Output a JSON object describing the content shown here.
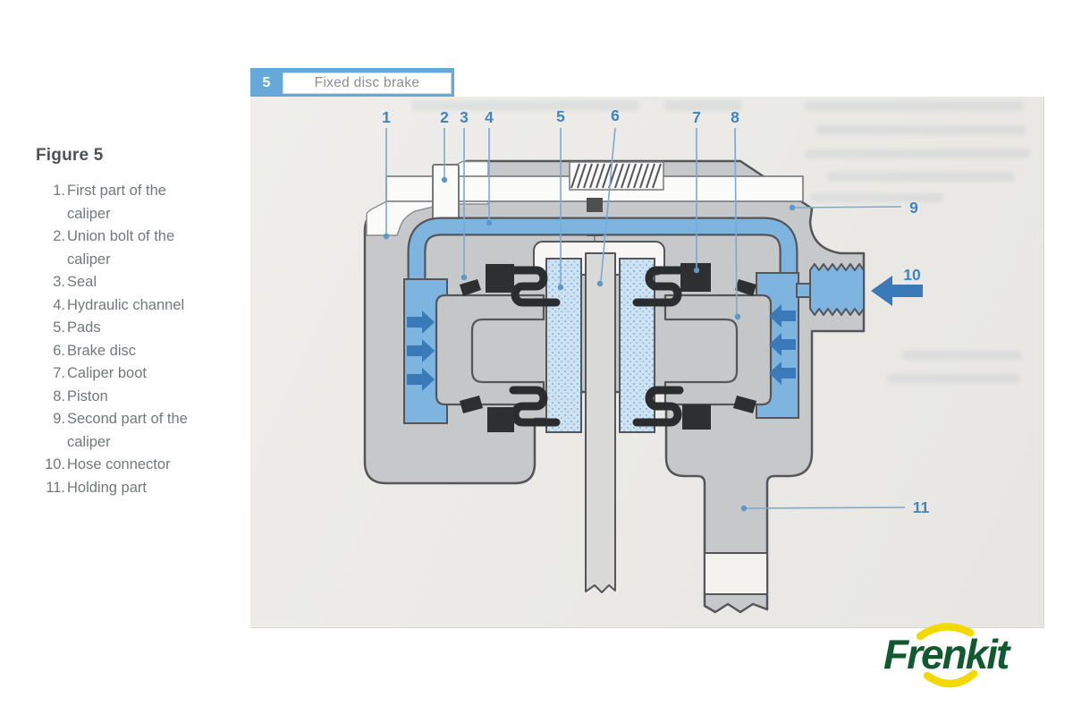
{
  "figure_panel": {
    "title": "Figure 5",
    "items": [
      {
        "num": "1.",
        "label": "First part of the caliper"
      },
      {
        "num": "2.",
        "label": "Union bolt of the caliper"
      },
      {
        "num": "3.",
        "label": "Seal"
      },
      {
        "num": "4.",
        "label": "Hydraulic channel"
      },
      {
        "num": "5.",
        "label": "Pads"
      },
      {
        "num": "6.",
        "label": "Brake disc"
      },
      {
        "num": "7.",
        "label": "Caliper boot"
      },
      {
        "num": "8.",
        "label": "Piston"
      },
      {
        "num": "9.",
        "label": "Second part of the caliper"
      },
      {
        "num": "10.",
        "label": "Hose connector"
      },
      {
        "num": "11.",
        "label": "Holding part"
      }
    ]
  },
  "diagram": {
    "badge_number": "5",
    "badge_title": "Fixed disc brake",
    "callouts": [
      "1",
      "2",
      "3",
      "4",
      "5",
      "6",
      "7",
      "8",
      "9",
      "10",
      "11"
    ]
  },
  "logo": {
    "text": "Frenkit"
  },
  "colors": {
    "badge_blue": "#66a9d8",
    "callout_blue": "#3f85c0",
    "fluid_blue": "#7eb5e0",
    "arrow_blue": "#3a7ab8",
    "caliper_gray": "#c7c8ca",
    "outline_gray": "#54565a",
    "logo_green": "#115a30",
    "logo_yellow": "#f2da00"
  }
}
